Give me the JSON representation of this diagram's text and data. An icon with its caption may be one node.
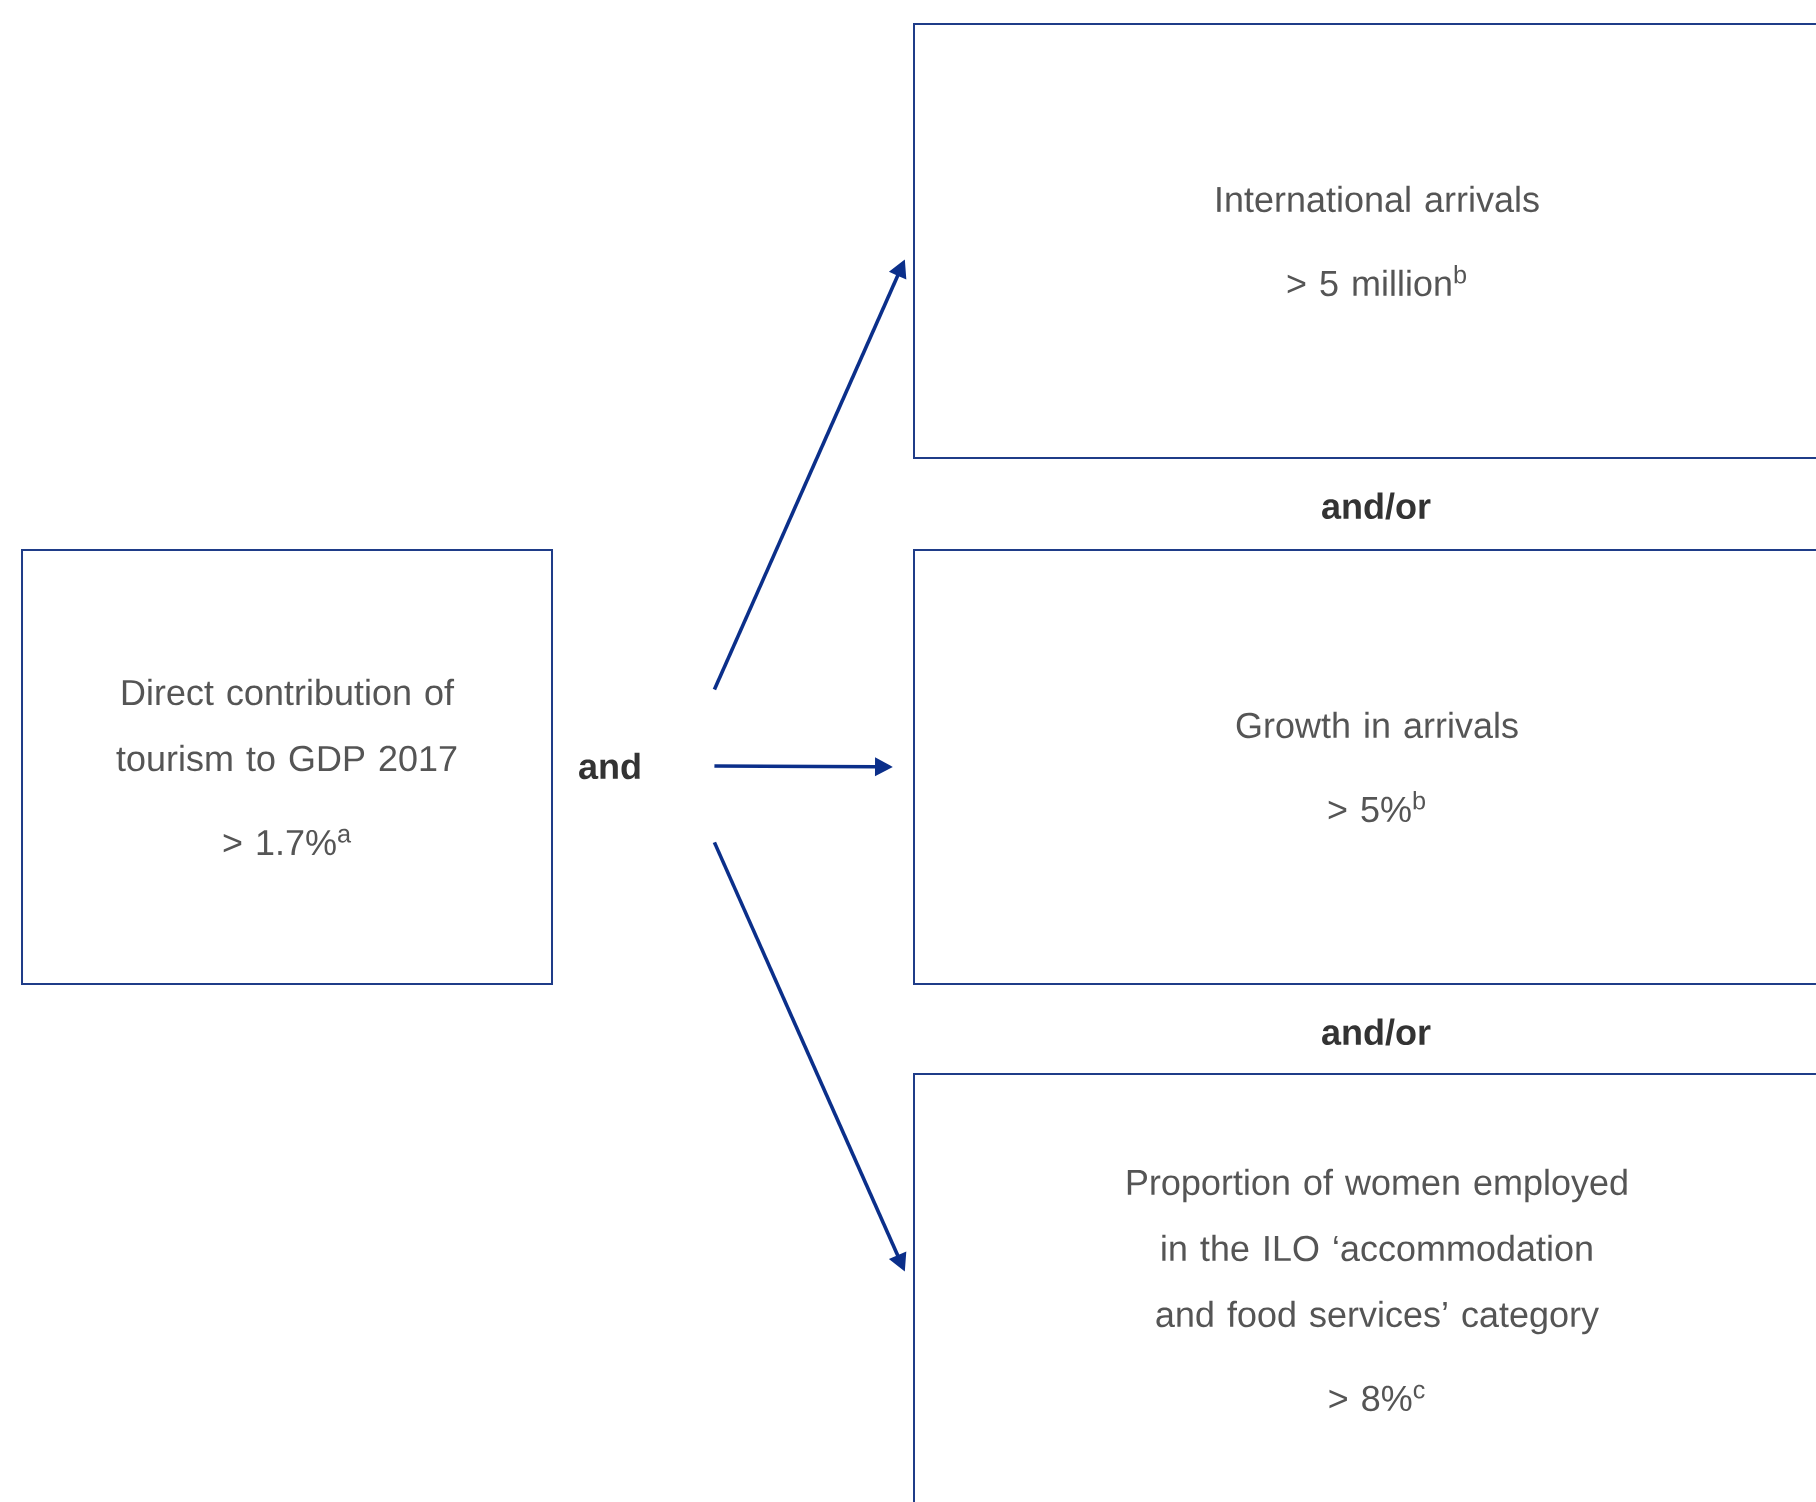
{
  "diagram": {
    "nodes": [
      {
        "text": [
          "Direct contribution of tourism to GDP 2017",
          "> 1.7%$^{a}$"
        ]
      },
      {
        "text": [
          "and"
        ]
      },
      {
        "text": [
          "International arrivals",
          "> 5 million$^{b}$"
        ]
      },
      {
        "text": [
          "Growth in arrivals",
          "> 5%$^{b}$"
        ]
      },
      {
        "text": [
          "Proportion of women employed in the ILO ‘accommodation and food services’ category",
          "> 8%$^{c}$"
        ]
      }
    ],
    "edges": [
      {
        "from": 1,
        "to": 2,
        "arrow": "to"
      },
      {
        "from": 1,
        "to": 3,
        "arrow": "to"
      },
      {
        "from": 1,
        "to": 4,
        "arrow": "to"
      }
    ],
    "labels": [
      "and/or",
      "and/or"
    ]
  }
}
